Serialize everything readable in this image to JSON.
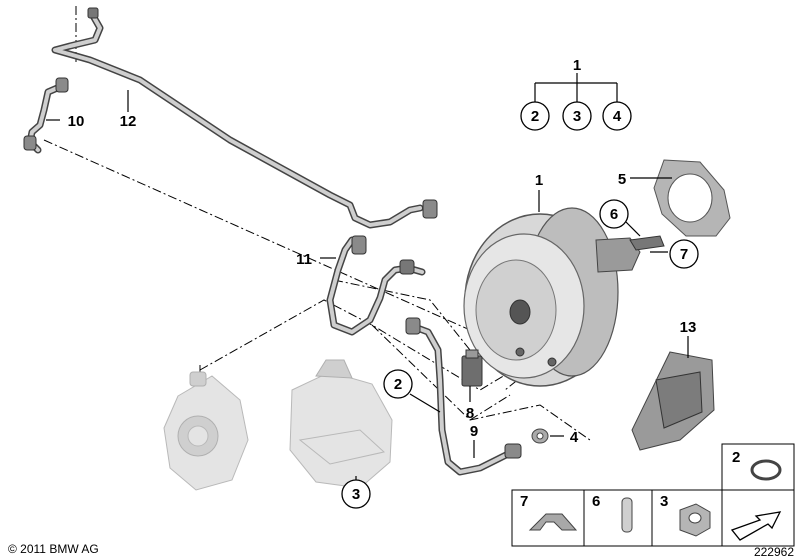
{
  "callouts": {
    "c1_top": "1",
    "c2_top": "2",
    "c3_top": "3",
    "c4_top": "4",
    "c1_booster": "1",
    "c5": "5",
    "c6": "6",
    "c7": "7",
    "c10": "10",
    "c12": "12",
    "c11": "11",
    "c13": "13",
    "c2_mid": "2",
    "c8": "8",
    "c4_mid": "4",
    "c9": "9",
    "c3_bottom": "3"
  },
  "legend": {
    "box_2": "2",
    "box_7": "7",
    "box_6": "6",
    "box_3": "3"
  },
  "footer": {
    "copyright": "© 2011 BMW AG",
    "diagram_number": "222962"
  },
  "icons": {
    "booster": "brake-booster-drawing",
    "vacuum_line": "vacuum-pipe-drawing",
    "vacuum_pump": "vacuum-pump-drawing",
    "reservoir": "expansion-tank-drawing",
    "sensor": "pressure-sensor-drawing",
    "bracket": "bracket-drawing",
    "gasket": "gasket-drawing",
    "o_ring": "o-ring-drawing",
    "clip": "clip-drawing",
    "pin": "pin-drawing",
    "nut": "hex-nut-drawing",
    "direction_arrow": "arrow-icon"
  }
}
